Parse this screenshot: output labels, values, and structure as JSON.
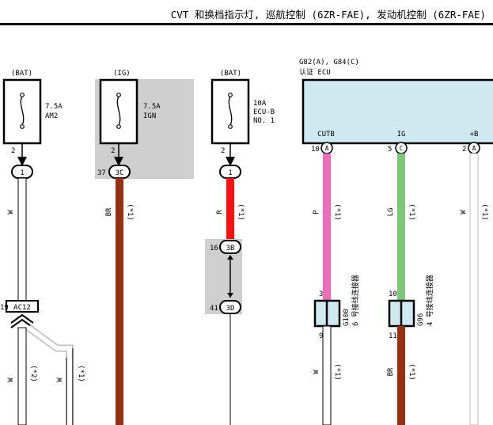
{
  "header": {
    "title": "CVT 和换档指示灯, 巡航控制 (6ZR-FAE), 发动机控制 (6ZR-FAE)"
  },
  "fuses": [
    {
      "source": "(BAT)",
      "rating": "7.5A",
      "name": "AM2",
      "pin": "2",
      "junction": "1"
    },
    {
      "source": "(IG)",
      "rating": "7.5A",
      "name": "IGN",
      "pin": "2",
      "junction_pin": "37",
      "junction": "3C"
    },
    {
      "source": "(BAT)",
      "rating": "10A",
      "name": "ECU-B",
      "name2": "NO. 1",
      "pin": "2",
      "junction": "1"
    }
  ],
  "ecu": {
    "connector": "G82(A), G84(C)",
    "name": "认证 ECU",
    "pins": [
      {
        "label": "CUTB",
        "pin": "10",
        "conn": "A"
      },
      {
        "label": "IG",
        "pin": "5",
        "conn": "C"
      },
      {
        "label": "+B",
        "pin": "2",
        "conn": "A"
      }
    ]
  },
  "wires": {
    "w": "W",
    "br": "BR",
    "r": "R",
    "p": "P",
    "lg": "LG",
    "note1": "(*1)",
    "note2": "(*2)"
  },
  "connectors": {
    "ac12": {
      "pin": "19",
      "label": "AC12"
    },
    "j3b": {
      "pin": "16",
      "label": "3B"
    },
    "j3d": {
      "pin": "41",
      "label": "3D"
    },
    "g100": {
      "pin_in": "3",
      "pin_out": "9",
      "code": "G100",
      "desc": "6 号接线连接器"
    },
    "g96": {
      "pin_in": "10",
      "pin_out": "11",
      "code": "G96",
      "desc": "4 号接线连接器"
    }
  },
  "colors": {
    "brown": "#9a2f10",
    "red": "#ff1010",
    "pink": "#f06bb8",
    "green": "#7dc877",
    "ecu_fill": "#cfe9f1",
    "shade": "#cfcfcf",
    "white_wire_edge": "#bdbdbd"
  }
}
